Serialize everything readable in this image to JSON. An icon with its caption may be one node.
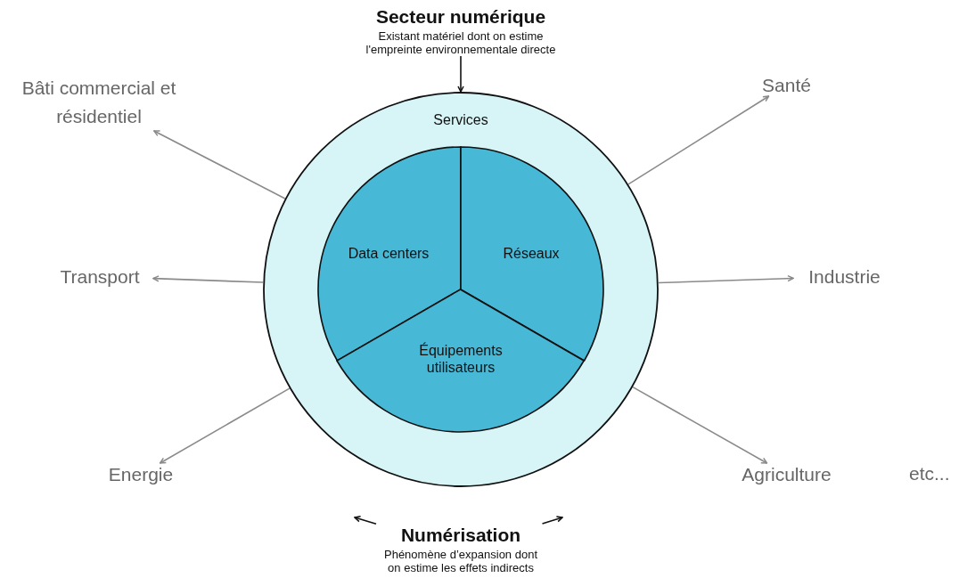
{
  "diagram": {
    "nodes": [
      {
        "text": [
          "Secteur numérique",
          "Existant matériel dont on estime l'empreinte environnementale directe"
        ]
      },
      {
        "text": [
          "Services"
        ]
      },
      {
        "text": [],
        "shape": "circle",
        "in": 1
      },
      {
        "text": [
          "Data centers"
        ],
        "in": 2
      },
      {
        "text": [
          "Réseaux"
        ],
        "in": 2
      },
      {
        "text": [
          "Équipements utilisateurs"
        ],
        "in": 2
      },
      {
        "text": [
          "Bâti commercial et résidentiel"
        ]
      },
      {
        "text": [
          "Santé"
        ]
      },
      {
        "text": [
          "Transport"
        ]
      },
      {
        "text": [
          "Industrie"
        ]
      },
      {
        "text": [
          "Energie"
        ]
      },
      {
        "text": [
          "Agriculture"
        ]
      },
      {
        "text": [
          "Numérisation",
          "Phénomène d’expansion dont on estime les effets indirects"
        ]
      }
    ],
    "edges": [
      {
        "from": 0,
        "to": 1,
        "arrow": "to",
        "color": "#111111"
      },
      {
        "from": 1,
        "to": 6,
        "arrow": "to"
      },
      {
        "from": 1,
        "to": 7,
        "arrow": "to"
      },
      {
        "from": 1,
        "to": 8,
        "arrow": "to"
      },
      {
        "from": 1,
        "to": 9,
        "arrow": "to"
      },
      {
        "from": 1,
        "to": 10,
        "arrow": "to"
      },
      {
        "from": 1,
        "to": 11,
        "arrow": "to"
      },
      {
        "from": 12,
        "to": null,
        "arrow": "to",
        "color": "#111111"
      },
      {
        "from": 12,
        "to": null,
        "arrow": "to",
        "color": "#111111"
      }
    ],
    "labels": [
      "etc..."
    ]
  }
}
